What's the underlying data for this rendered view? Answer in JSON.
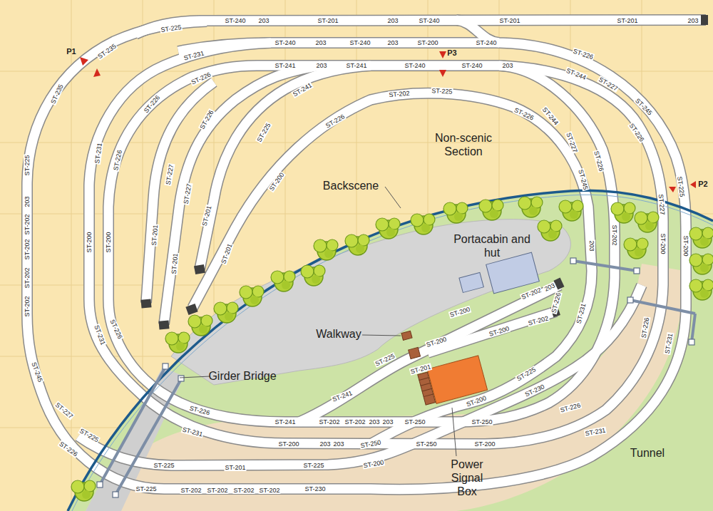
{
  "diagram": {
    "labels": [
      "P1",
      "ST-235",
      "ST-225",
      "ST-240",
      "203",
      "ST-201",
      "203",
      "ST-240",
      "ST-201",
      "ST-201",
      "203",
      "ST-231",
      "ST-240",
      "203",
      "ST-240",
      "203",
      "ST-200",
      "ST-240",
      "ST-226",
      "ST-226",
      "ST-241",
      "203",
      "ST-241",
      "ST-240",
      "P3",
      "ST-240",
      "203",
      "ST-244",
      "ST-227",
      "ST-245",
      "ST-235",
      "ST-226",
      "ST-241",
      "ST-202",
      "ST-225",
      "ST-226",
      "ST-244",
      "ST-226",
      "ST-226",
      "ST-225",
      "ST-226",
      "ST-231",
      "ST-226",
      "ST-225",
      "Non-scenic Section",
      "ST-227",
      "ST-227",
      "ST-200",
      "ST-227",
      "ST-226",
      "ST-245",
      "ST-225",
      "P2",
      "Backscene",
      "203",
      "ST-227",
      "ST-201",
      "ST-202",
      "ST-201",
      "ST-200",
      "ST-200",
      "ST-202",
      "ST-200",
      "ST-200",
      "203",
      "Portacabin and hut",
      "ST-202",
      "ST-201",
      "ST-201",
      "ST-202",
      "ST-202",
      "203",
      "ST-226",
      "ST-231",
      "ST-202",
      "ST-200",
      "ST-202",
      "ST-226",
      "ST-231",
      "Walkway",
      "ST-231",
      "ST-226",
      "ST-200",
      "ST-200",
      "ST-225",
      "ST-201",
      "ST-245",
      "Girder Bridge",
      "ST-225",
      "ST-230",
      "ST-241",
      "ST-200",
      "ST-226",
      "ST-227",
      "ST-226",
      "ST-241",
      "ST-202",
      "ST-202",
      "203",
      "203",
      "ST-250",
      "ST-250",
      "ST-231",
      "ST-231",
      "ST-225",
      "ST-200",
      "203",
      "203",
      "ST-250",
      "ST-250",
      "ST-200",
      "ST-226",
      "Tunnel",
      "ST-225",
      "ST-201",
      "ST-225",
      "ST-200",
      "Power Signal Box",
      "ST-225",
      "ST-202",
      "ST-202",
      "ST-202",
      "ST-202",
      "ST-230"
    ]
  }
}
